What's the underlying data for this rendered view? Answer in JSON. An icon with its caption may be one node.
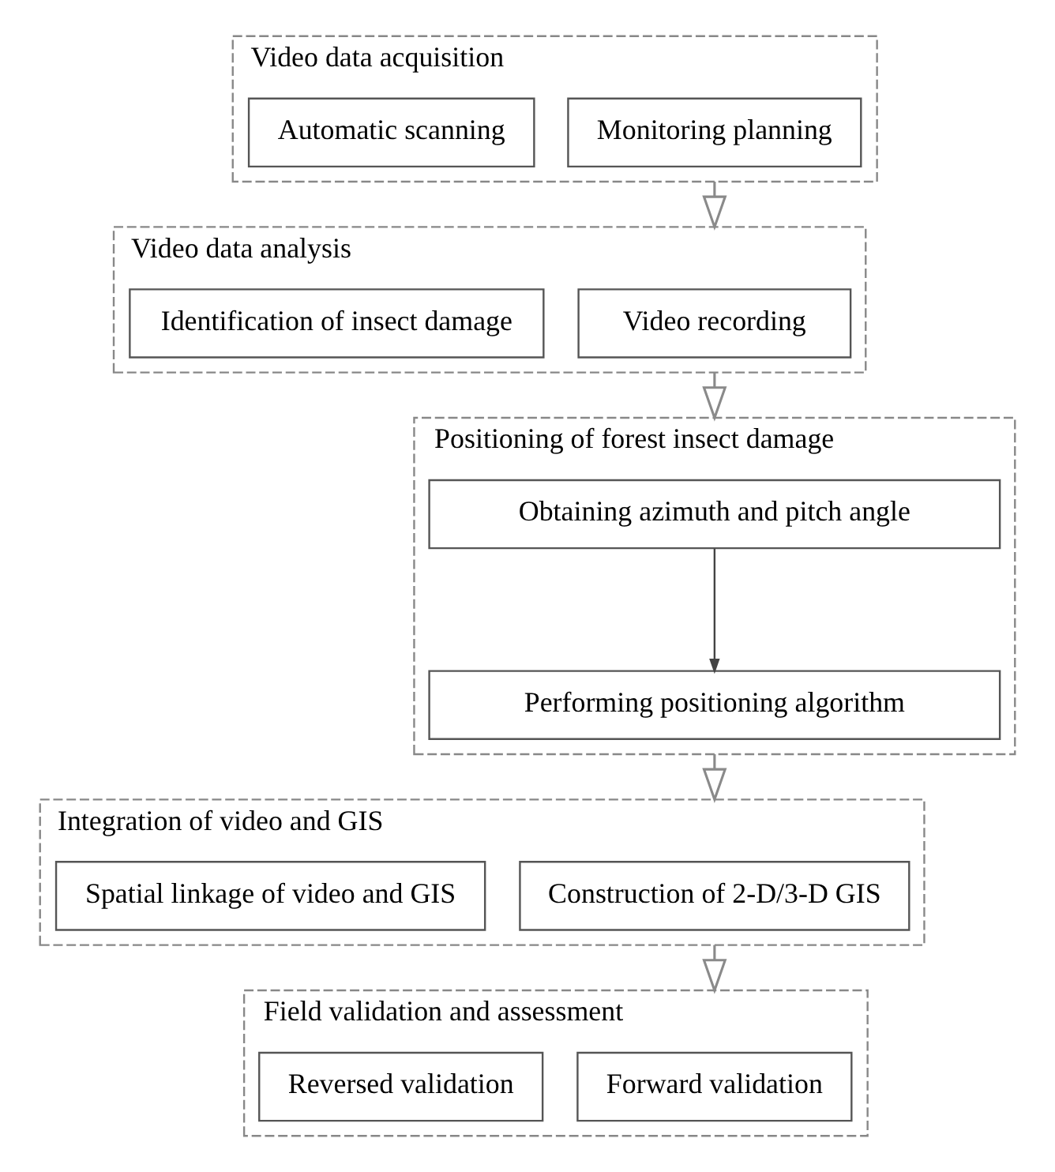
{
  "diagram": {
    "nodes": [
      {
        "text": [
          "Video data acquisition"
        ]
      },
      {
        "text": [
          "Monitoring planning"
        ],
        "in": 0
      },
      {
        "text": [
          "Automatic scanning"
        ],
        "in": 0
      },
      {
        "text": [
          "Video data analysis"
        ]
      },
      {
        "text": [
          "Video recording"
        ],
        "in": 3
      },
      {
        "text": [
          "Identification of insect damage"
        ],
        "in": 3
      },
      {
        "text": [
          "Positioning of forest insect damage"
        ]
      },
      {
        "text": [
          "Obtaining azimuth and pitch angle"
        ],
        "in": 6
      },
      {
        "text": [
          "Performing positioning algorithm"
        ],
        "in": 6
      },
      {
        "text": [
          "Integration of video and GIS"
        ]
      },
      {
        "text": [
          "Construction of 2-D/3-D GIS"
        ],
        "in": 9
      },
      {
        "text": [
          "Spatial linkage of video and GIS"
        ],
        "in": 9
      },
      {
        "text": [
          "Field validation and assessment"
        ]
      },
      {
        "text": [
          "Forward validation"
        ],
        "in": 12
      },
      {
        "text": [
          "Reversed validation"
        ],
        "in": 12
      }
    ],
    "edges": [
      {
        "from": 0,
        "to": 3,
        "arrow": "to"
      },
      {
        "from": 3,
        "to": 6,
        "arrow": "to"
      },
      {
        "from": 7,
        "to": 8,
        "arrow": "to"
      },
      {
        "from": 6,
        "to": 9,
        "arrow": "to"
      },
      {
        "from": 9,
        "to": 12,
        "arrow": "to"
      }
    ]
  }
}
